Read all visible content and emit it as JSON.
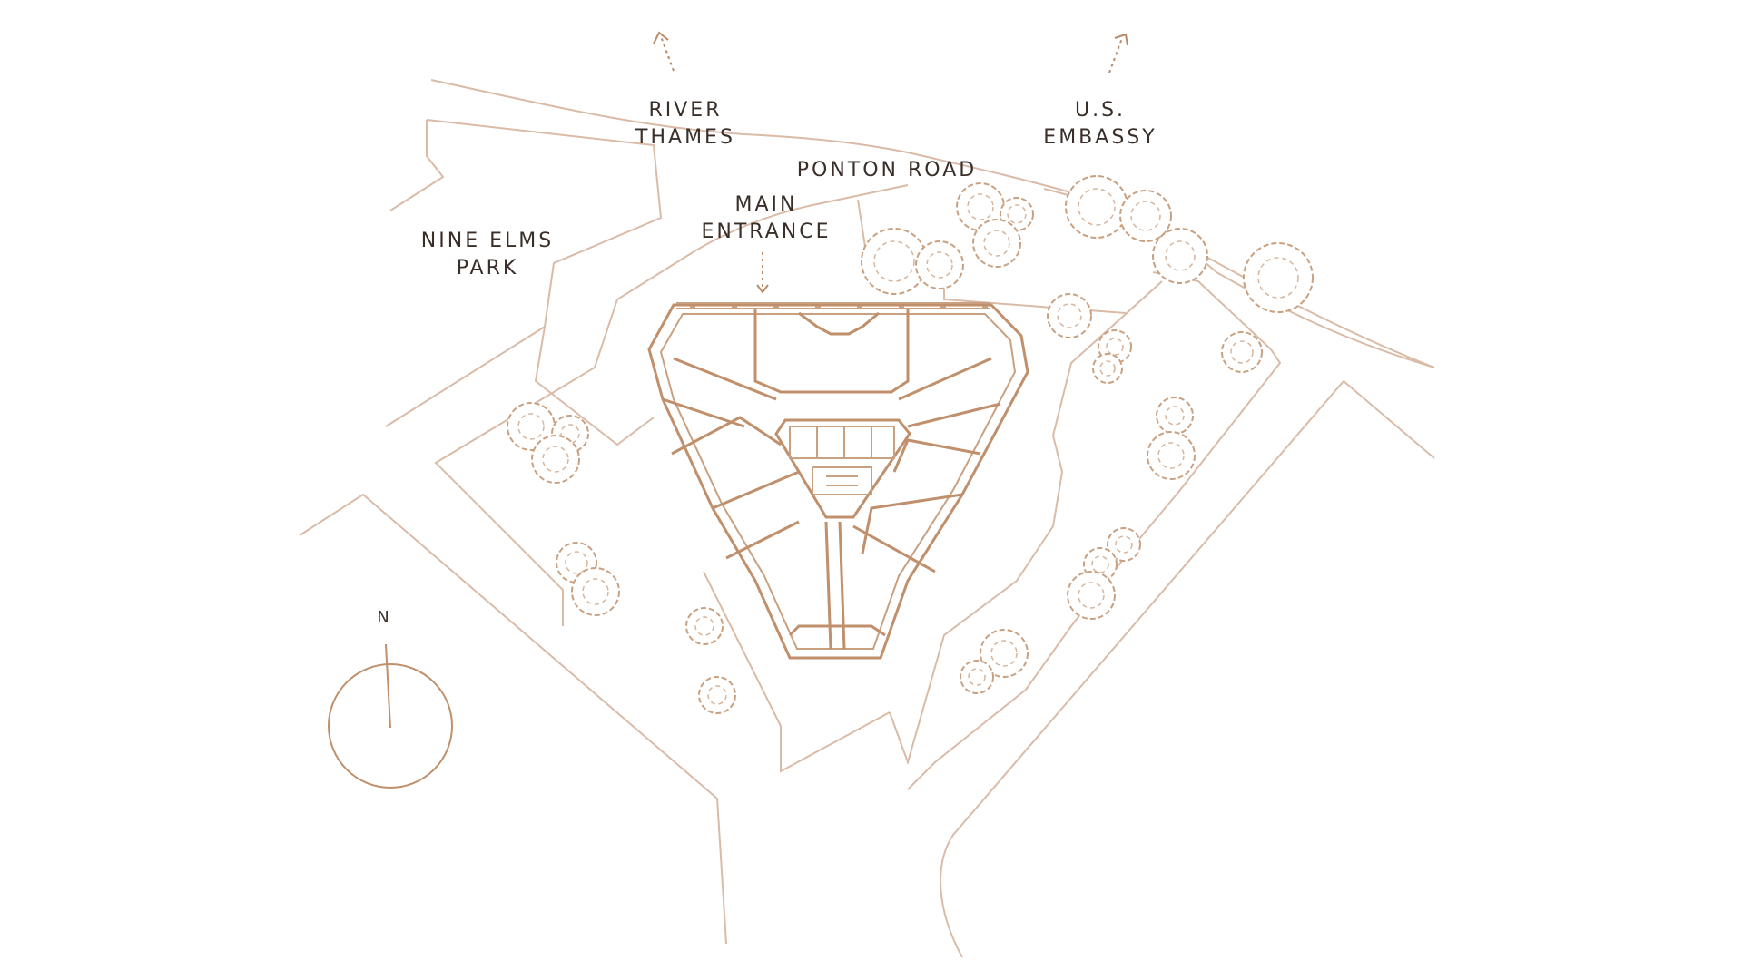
{
  "labels": {
    "river_line1": "RIVER",
    "river_line2": "THAMES",
    "embassy_line1": "U.S.",
    "embassy_line2": "EMBASSY",
    "road": "PONTON ROAD",
    "entrance_line1": "MAIN",
    "entrance_line2": "ENTRANCE",
    "park_line1": "NINE ELMS",
    "park_line2": "PARK",
    "north": "N"
  },
  "icons": {
    "compass": "north-compass-icon",
    "tree": "tree-icon",
    "arrow": "dotted-arrow-icon"
  },
  "colors": {
    "label": "#3a2e28",
    "building": "#c08f6c",
    "roads": "#d9bba7",
    "trees": "#c9a080",
    "background": "#ffffff"
  }
}
